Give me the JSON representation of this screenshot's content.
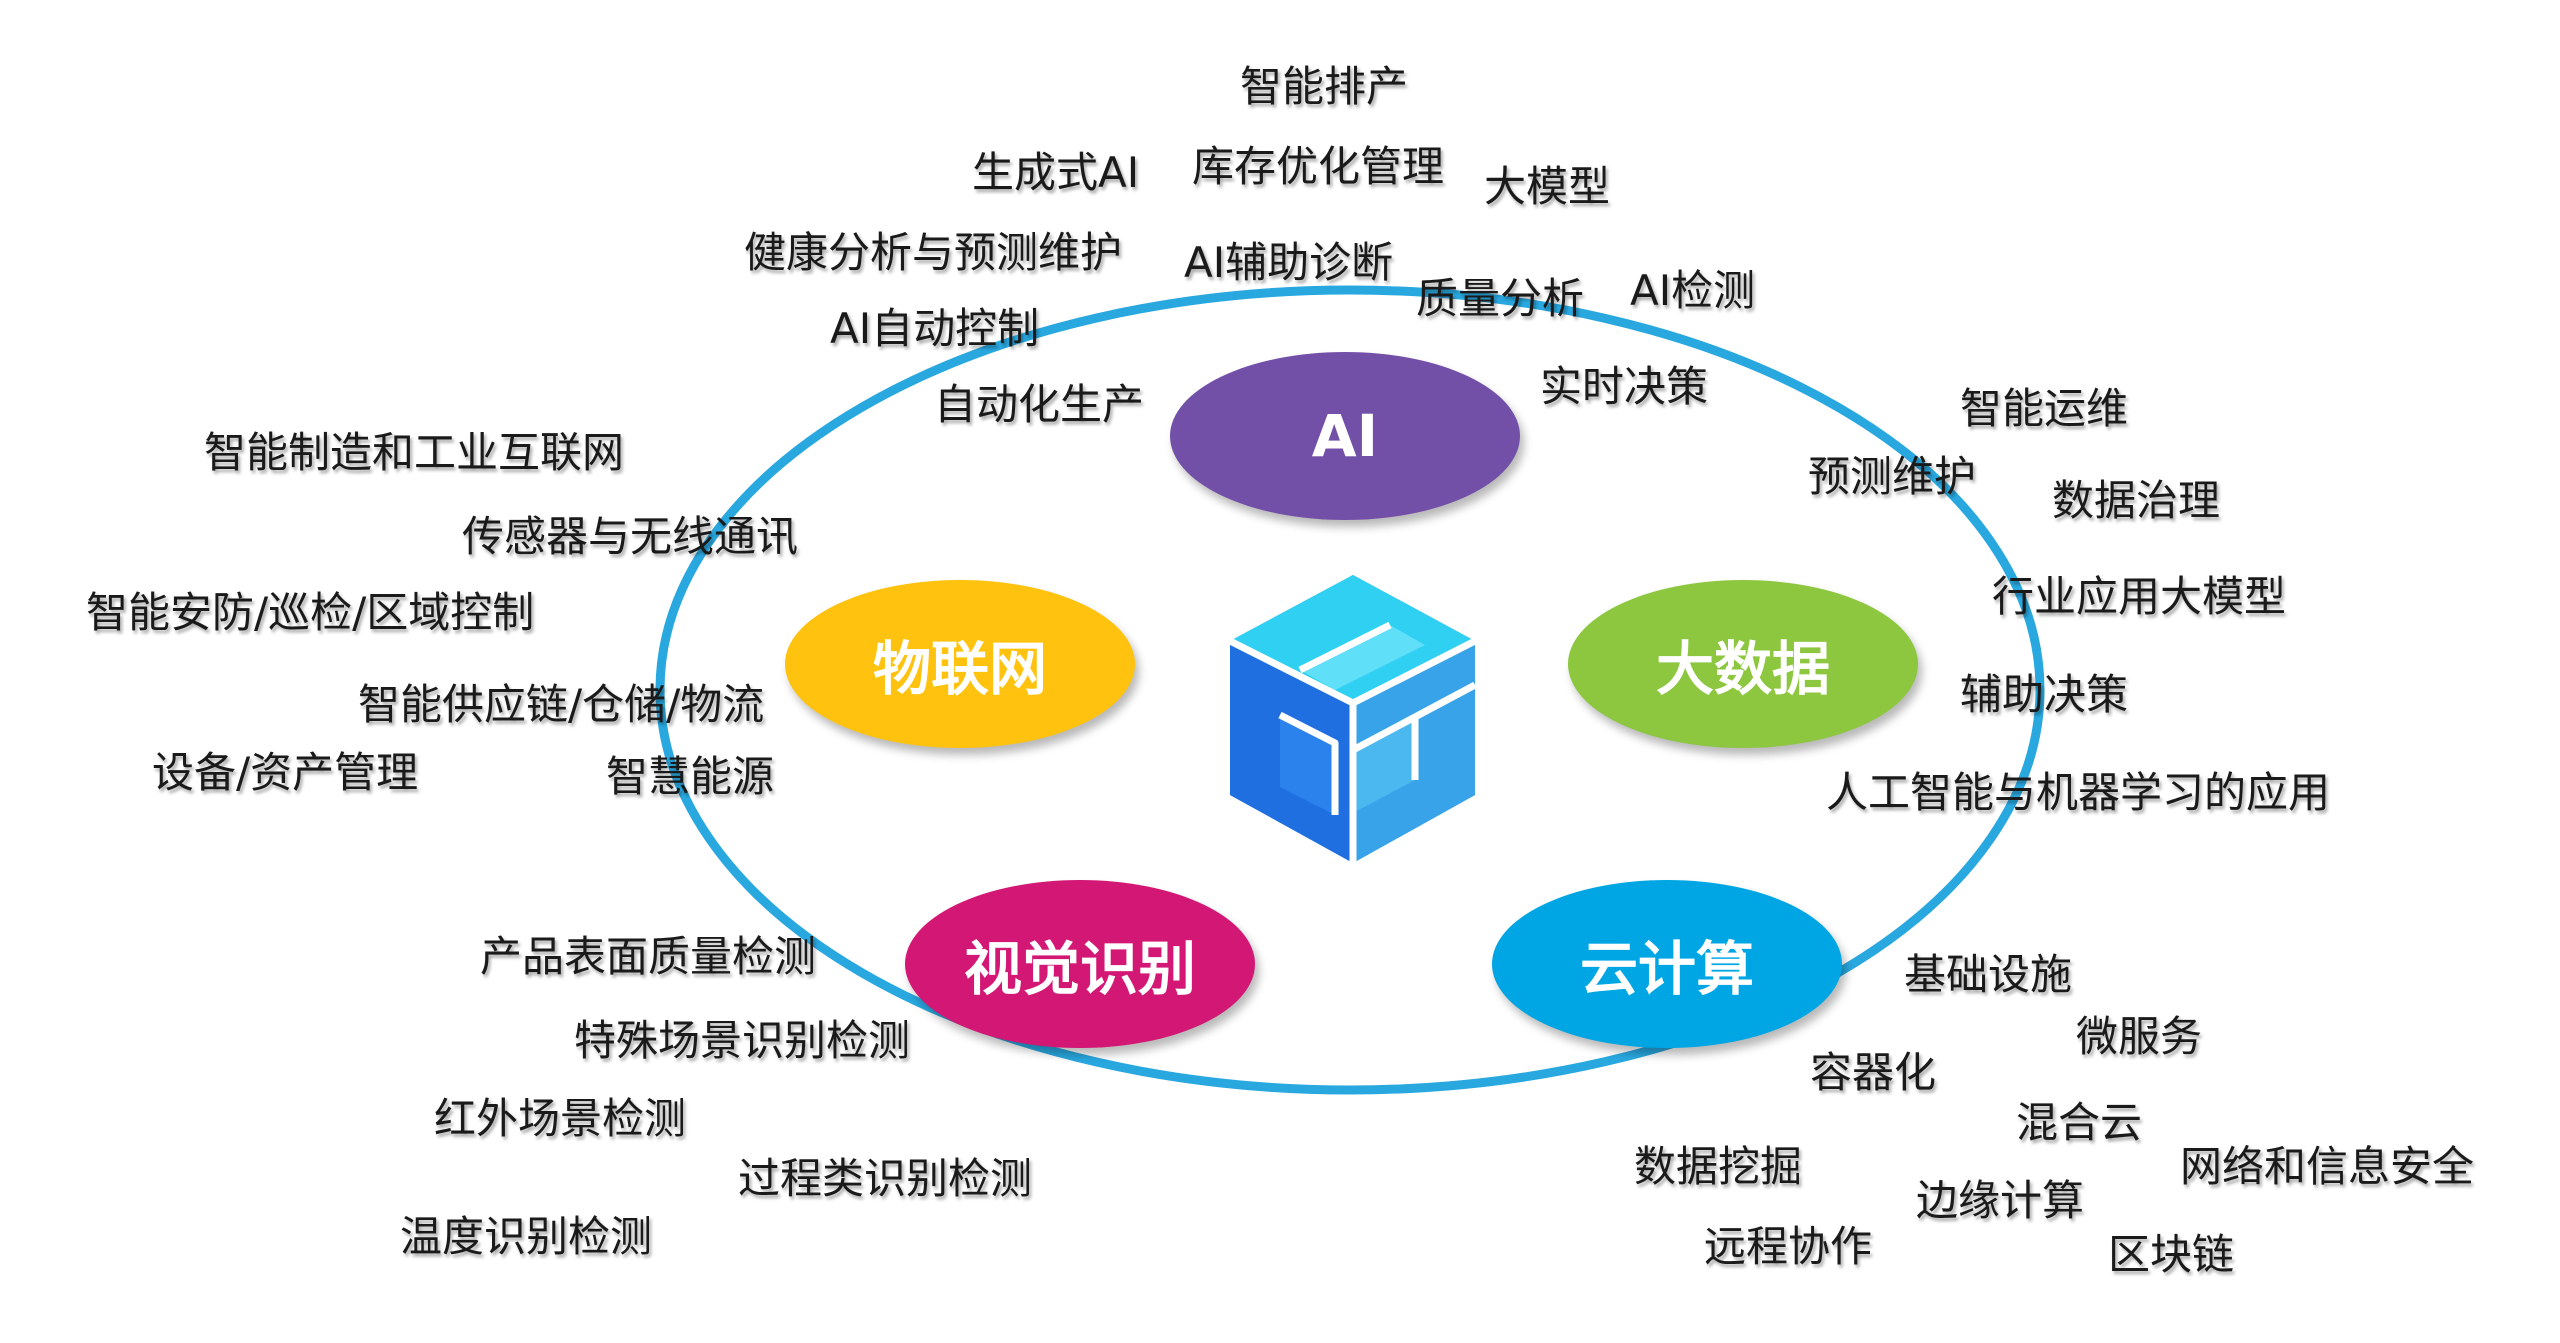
{
  "hubs": {
    "ai": {
      "label": "AI",
      "color": "#7350a8"
    },
    "bigdata": {
      "label": "大数据",
      "color": "#8dc63f"
    },
    "cloud": {
      "label": "云计算",
      "color": "#00a6e4"
    },
    "vision": {
      "label": "视觉识别",
      "color": "#d21874"
    },
    "iot": {
      "label": "物联网",
      "color": "#ffc20e"
    }
  },
  "ring_color": "#29a8e0",
  "center_icon": "blue-cube-logo-icon",
  "labels": {
    "ai": [
      "智能排产",
      "生成式AI",
      "库存优化管理",
      "大模型",
      "健康分析与预测维护",
      "AI辅助诊断",
      "质量分析",
      "AI检测",
      "AI自动控制",
      "实时决策",
      "自动化生产"
    ],
    "bigdata": [
      "智能运维",
      "预测维护",
      "数据治理",
      "行业应用大模型",
      "辅助决策",
      "人工智能与机器学习的应用"
    ],
    "cloud": [
      "基础设施",
      "微服务",
      "容器化",
      "混合云",
      "数据挖掘",
      "网络和信息安全",
      "边缘计算",
      "远程协作",
      "区块链"
    ],
    "vision": [
      "产品表面质量检测",
      "特殊场景识别检测",
      "红外场景检测",
      "过程类识别检测",
      "温度识别检测"
    ],
    "iot": [
      "智能制造和工业互联网",
      "传感器与无线通讯",
      "智能安防/巡检/区域控制",
      "智能供应链/仓储/物流",
      "设备/资产管理",
      "智慧能源"
    ]
  }
}
